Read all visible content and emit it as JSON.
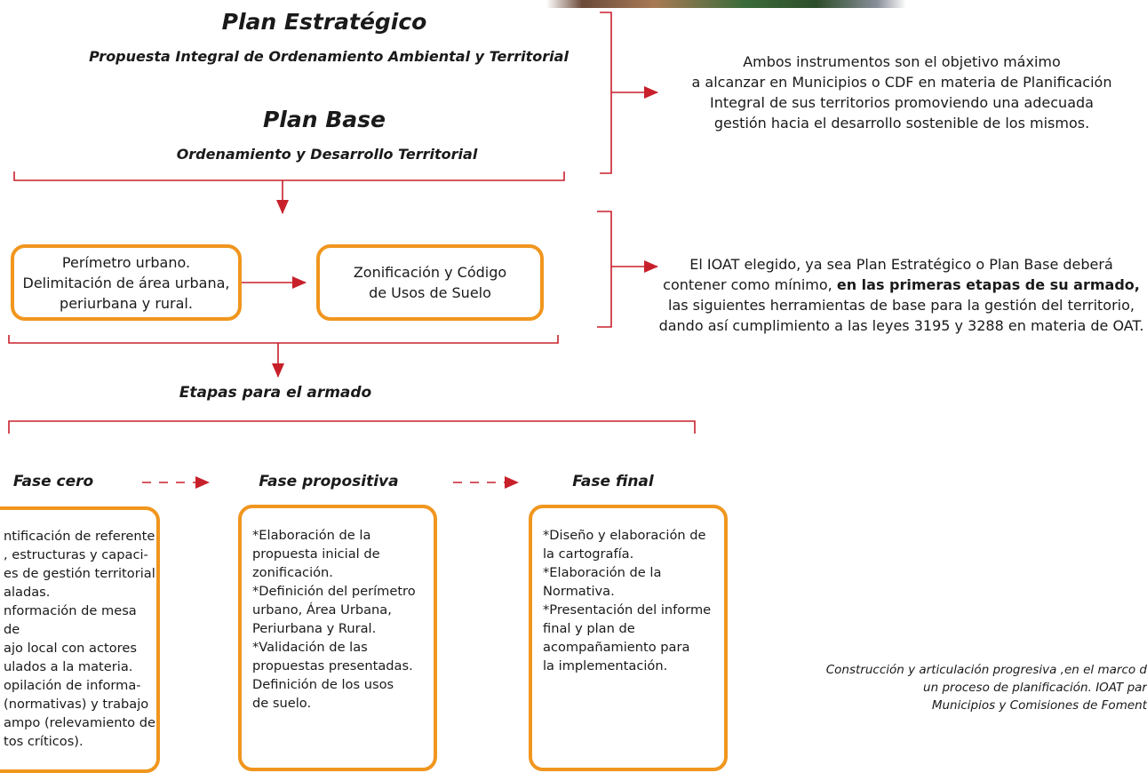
{
  "header": {
    "plan_estrategico_title": "Plan Estratégico",
    "plan_estrategico_subtitle": "Propuesta Integral de Ordenamiento Ambiental y Territorial",
    "plan_base_title": "Plan Base",
    "plan_base_subtitle": "Ordenamiento y Desarrollo Territorial"
  },
  "right_notes": {
    "objective_lines": [
      "Ambos instrumentos son el objetivo máximo",
      "a alcanzar en Municipios o CDF en materia de Planificación",
      "Integral de sus territorios promoviendo una adecuada",
      "gestión hacia el desarrollo sostenible de los mismos."
    ],
    "ioat_line1": "El IOAT elegido, ya sea Plan Estratégico o Plan Base deberá",
    "ioat_line2_plain": "contener como mínimo, ",
    "ioat_line2_bold": "en las primeras etapas de su armado,",
    "ioat_line3": "las siguientes herramientas de base para la gestión del territorio,",
    "ioat_line4": "dando así cumplimiento a las leyes 3195 y 3288 en materia de OAT."
  },
  "tool_boxes": {
    "perimetro": "Perímetro urbano.\nDelimitación de área urbana,\nperiurbana y rural.",
    "zonificacion": "Zonificación y Código\nde Usos de Suelo"
  },
  "stages_title": "Etapas para el armado",
  "phases": [
    {
      "title": "Fase cero",
      "text": "ntificación de referente\n, estructuras y capaci-\nes de gestión territorial\naladas.\nnformación de mesa de\najo local con actores\nulados a la materia.\nopilación de informa-\n(normativas) y trabajo\nampo (relevamiento de\ntos críticos)."
    },
    {
      "title": "Fase propositiva",
      "text": "*Elaboración de la\npropuesta inicial de\nzonificación.\n*Definición del perímetro\nurbano, Área Urbana,\nPeriurbana y Rural.\n*Validación de las\npropuestas presentadas.\nDefinición de los usos\nde suelo."
    },
    {
      "title": "Fase final",
      "text": "*Diseño y elaboración de\n la cartografía.\n*Elaboración de la\nNormativa.\n*Presentación del informe\n final y plan de\nacompañamiento para\nla implementación."
    }
  ],
  "caption_lines": [
    "Construcción y articulación progresiva ,en el marco d",
    "un proceso de planificación. IOAT par",
    "Municipios y Comisiones de Foment"
  ],
  "colors": {
    "bracket_red": "#c8202b",
    "box_orange": "#f0961e",
    "text": "#1a1a1a"
  }
}
